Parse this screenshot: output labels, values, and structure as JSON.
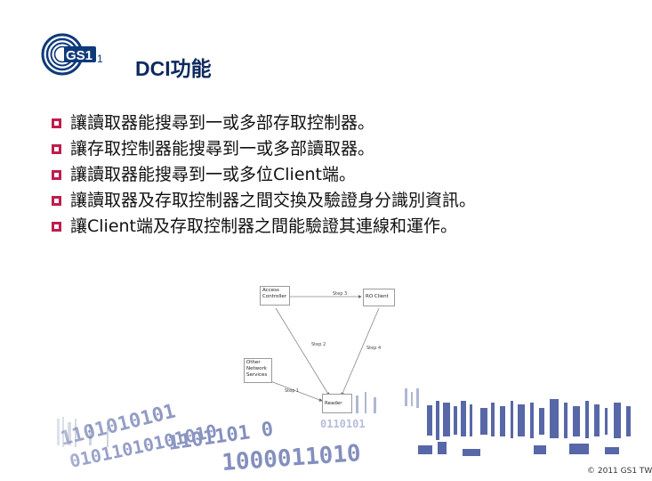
{
  "slide": {
    "title": "DCI功能",
    "bullets": [
      "讓讀取器能搜尋到一或多部存取控制器。",
      "讓存取控制器能搜尋到一或多部讀取器。",
      "讓讀取器能搜尋到一或多位Client端。",
      "讓讀取器及存取控制器之間交換及驗證身分識別資訊。",
      "讓Client端及存取控制器之間能驗證其連線和運作。"
    ],
    "footer": "© 2011 GS1 TW"
  },
  "logo": {
    "text": "GS1",
    "color": "#0e3a7a"
  },
  "accent_color": "#c01d4f",
  "diagram": {
    "nodes": {
      "access_controller": "Access Controller",
      "ro_client": "RO Client",
      "other_network_services": "Other Network Services",
      "reader": "Reader"
    },
    "steps": {
      "step1": "Step 1",
      "step2": "Step 2",
      "step3": "Step 3",
      "step4": "Step 4"
    }
  }
}
